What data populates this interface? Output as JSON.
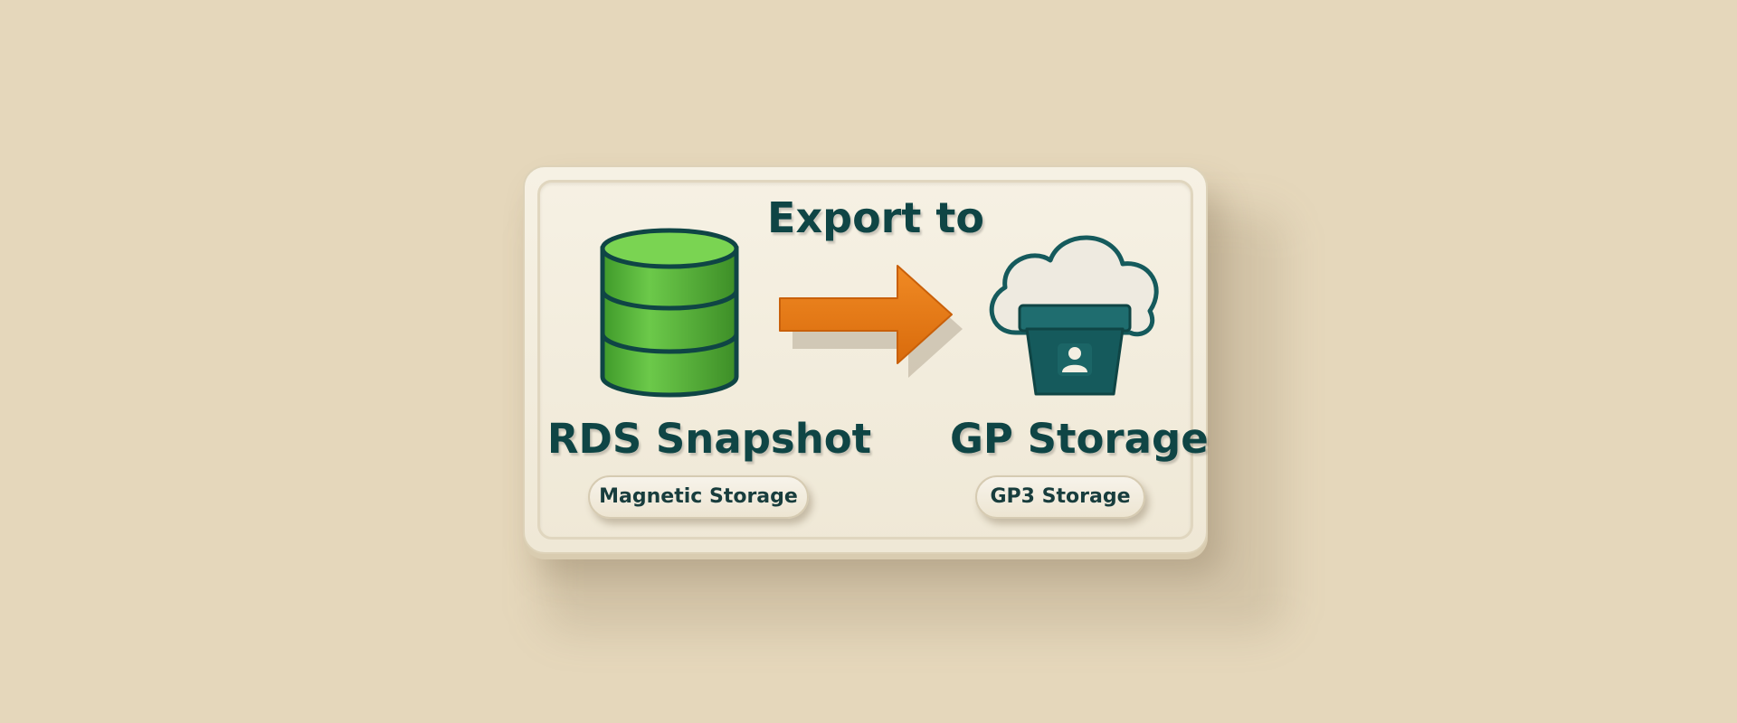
{
  "diagram": {
    "title": "Export to",
    "source": {
      "label": "RDS Snapshot",
      "badge": "Magnetic Storage",
      "icon": "database-cylinder-icon"
    },
    "arrow": {
      "icon": "arrow-right-icon"
    },
    "target": {
      "label": "GP Storage",
      "badge": "GP3 Storage",
      "icon": "cloud-bucket-icon"
    }
  },
  "colors": {
    "background": "#e5d7bb",
    "card": "#f4efe2",
    "text": "#0f4545",
    "database_green": "#5cb83c",
    "arrow_orange": "#e87b16",
    "bucket_teal": "#155a5c"
  }
}
